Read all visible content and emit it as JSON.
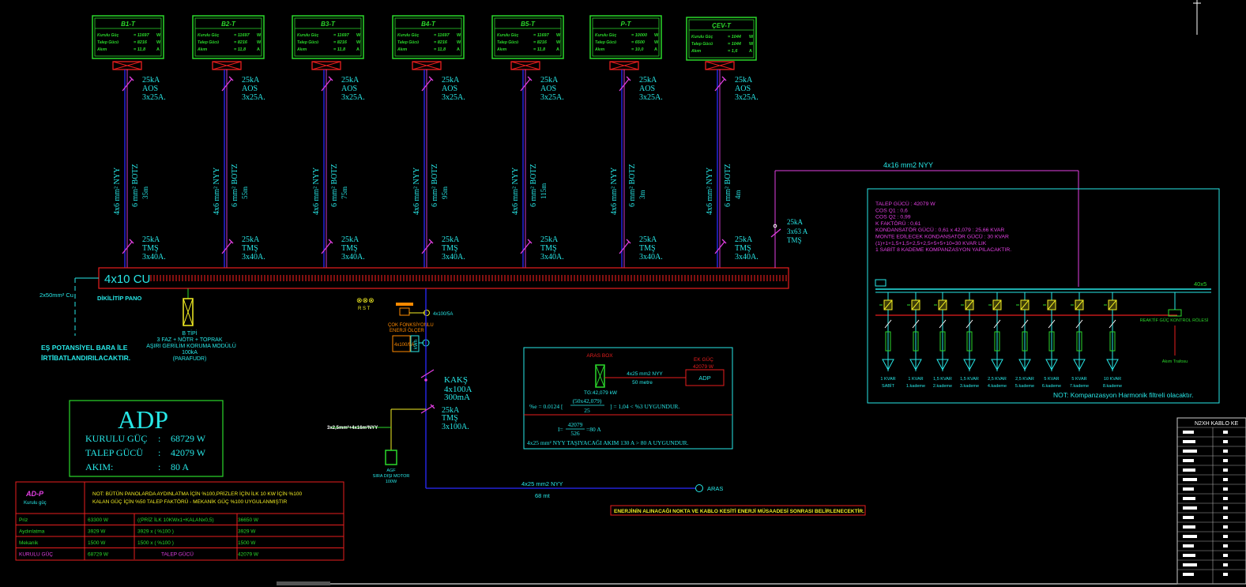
{
  "feeders": [
    {
      "name": "B1-T",
      "rows": [
        [
          "Kurulu Güç",
          "= 11697",
          "W"
        ],
        [
          "Talep Gücü",
          "= 8216",
          "W"
        ],
        [
          "Akım",
          "= 11,8",
          "A"
        ]
      ],
      "aos": [
        "25kA",
        "AOS",
        "3x25A."
      ],
      "cable": "4x6 mm² NYY",
      "cable2": "6 mm² BOTZ",
      "length": "35m",
      "tms": [
        "25kA",
        "TMŞ",
        "3x40A."
      ]
    },
    {
      "name": "B2-T",
      "rows": [
        [
          "Kurulu Güç",
          "= 11697",
          "W"
        ],
        [
          "Talep Gücü",
          "= 8216",
          "W"
        ],
        [
          "Akım",
          "= 11,8",
          "A"
        ]
      ],
      "aos": [
        "25kA",
        "AOS",
        "3x25A."
      ],
      "cable": "4x6 mm² NYY",
      "cable2": "6 mm² BOTZ",
      "length": "55m",
      "tms": [
        "25kA",
        "TMŞ",
        "3x40A."
      ]
    },
    {
      "name": "B3-T",
      "rows": [
        [
          "Kurulu Güç",
          "= 11697",
          "W"
        ],
        [
          "Talep Gücü",
          "= 8216",
          "W"
        ],
        [
          "Akım",
          "= 11,8",
          "A"
        ]
      ],
      "aos": [
        "25kA",
        "AOS",
        "3x25A."
      ],
      "cable": "4x6 mm² NYY",
      "cable2": "6 mm² BOTZ",
      "length": "75m",
      "tms": [
        "25kA",
        "TMŞ",
        "3x40A."
      ]
    },
    {
      "name": "B4-T",
      "rows": [
        [
          "Kurulu Güç",
          "= 11697",
          "W"
        ],
        [
          "Talep Gücü",
          "= 8216",
          "W"
        ],
        [
          "Akım",
          "= 11,8",
          "A"
        ]
      ],
      "aos": [
        "25kA",
        "AOS",
        "3x25A."
      ],
      "cable": "4x6 mm² NYY",
      "cable2": "6 mm² BOTZ",
      "length": "95m",
      "tms": [
        "25kA",
        "TMŞ",
        "3x40A."
      ]
    },
    {
      "name": "B5-T",
      "rows": [
        [
          "Kurulu Güç",
          "= 11697",
          "W"
        ],
        [
          "Talep Gücü",
          "= 8216",
          "W"
        ],
        [
          "Akım",
          "= 11,8",
          "A"
        ]
      ],
      "aos": [
        "25kA",
        "AOS",
        "3x25A."
      ],
      "cable": "4x6 mm² NYY",
      "cable2": "6 mm² BOTZ",
      "length": "115m",
      "tms": [
        "25kA",
        "TMŞ",
        "3x40A."
      ]
    },
    {
      "name": "P-T",
      "rows": [
        [
          "Kurulu Güç",
          "= 10000",
          "W"
        ],
        [
          "Talep Gücü",
          "= 6500",
          "W"
        ],
        [
          "Akım",
          "= 10,0",
          "A"
        ]
      ],
      "aos": [
        "25kA",
        "AOS",
        "3x25A."
      ],
      "cable": "4x6 mm² NYY",
      "cable2": "6 mm² BOTZ",
      "length": "3m",
      "tms": [
        "25kA",
        "TMŞ",
        "3x40A."
      ]
    },
    {
      "name": "ÇEV-T",
      "rows": [
        [
          "Kurulu Güç",
          "= 1044",
          "W"
        ],
        [
          "Talep Gücü",
          "= 1044",
          "W"
        ],
        [
          "Akım",
          "= 1,6",
          "A"
        ]
      ],
      "aos": [
        "25kA",
        "AOS",
        "3x25A."
      ],
      "cable": "4x6 mm² NYY",
      "cable2": "6 mm² BOTZ",
      "length": "4m",
      "tms": [
        "25kA",
        "TMŞ",
        "3x40A."
      ]
    }
  ],
  "busbar": {
    "label": "4x10 CU",
    "panel_type": "DİKİLİTİP PANO"
  },
  "ground": {
    "cable": "2x50mm² Cu",
    "note1": "EŞ POTANSİYEL BARA İLE",
    "note2": "İRTİBATLANDIRILACAKTIR."
  },
  "surge": {
    "l1": "B TİPİ",
    "l2": "3 FAZ + NÖTR + TOPRAK",
    "l3": "AŞIRI GERİLİM KORUMA MODÜLÜ",
    "l4": "100kA",
    "l5": "(PARAFUDR)"
  },
  "rst": {
    "symbols": "⊗⊗⊗",
    "letters": "R  S  T"
  },
  "meter": {
    "label1": "ÇOK FONKSİYONLU",
    "label2": "ENERJİ ÖLÇER",
    "label3": "4x100/5A",
    "ct": "4x100/5A",
    "kwh": "kWh"
  },
  "main_breakers": {
    "kaks": [
      "KAKŞ",
      "4x100A",
      "300mA"
    ],
    "tms": [
      "25kA",
      "TMŞ",
      "3x100A."
    ],
    "lightning_cable": "3x2,5mm²+4x16m²NYY",
    "ups": [
      "AGF",
      "SIRA DIŞI MOTOR",
      "100W"
    ],
    "supply_cable": "4x25 mm2 NYY",
    "supply_length": "68 mt",
    "supply_end": "ARAS"
  },
  "compensation_feed": {
    "cable": "4x16 mm2 NYY",
    "breaker": [
      "25kA",
      "3x63 A",
      "TMŞ"
    ]
  },
  "compensation": {
    "lines": [
      "TALEP GÜCÜ : 42079 W",
      "COS Q1 : 0,6",
      "COS Q2 : 0,99",
      "K FAKTÖRÜ : 0,61",
      "KONDANSATÖR GÜCÜ : 0,61 x 42,079 : 25,66 KVAR",
      "MONTE EDİLECEK KONDANSATÖR GÜCÜ : 30 KVAR",
      "(1)+1+1,5+1,5+2,5+2,5+5+5+10=30 KVAR LIK",
      "1 SABİT 8 KADEME KOMPANZASYON YAPILACAKTIR."
    ],
    "rating": "40x5",
    "reactive_label": "REAKTİF GÜÇ KONTROL RÖLESİ",
    "ct_label": "Akım Trafosu",
    "steps": [
      [
        "1 KVAR",
        "SABİT"
      ],
      [
        "1 KVAR",
        "1.kademe"
      ],
      [
        "1,5 KVAR",
        "2.kademe"
      ],
      [
        "1,5 KVAR",
        "3.kademe"
      ],
      [
        "2,5 KVAR",
        "4.kademe"
      ],
      [
        "2,5 KVAR",
        "5.kademe"
      ],
      [
        "5 KVAR",
        "6.kademe"
      ],
      [
        "5 KVAR",
        "7.kademe"
      ],
      [
        "10 KVAR",
        "8.kademe"
      ]
    ],
    "note": "NOT: Kompanzasyon Harmonik filtreli olacaktır."
  },
  "voltage_drop": {
    "box_label": "ARAS BOX",
    "cable": "4x25 mm2 NYY",
    "length": "50 metre",
    "tg": "TG:42,079 kW",
    "ek_guc_label": "EK GÜÇ",
    "ek_guc_value": "42079 W",
    "adp": "ADP",
    "formula1": "%e = 0.0124 [ (50x42,079) / 25 ] = 1,04  < %3 UYGUNDUR.",
    "formula1_num": "(50x42,079)",
    "formula1_den": "25",
    "formula1_lhs": "%e = 0.0124 [",
    "formula1_rhs": "] = 1,04  < %3 UYGUNDUR.",
    "formula2_lhs": "I=",
    "formula2_num": "42079",
    "formula2_den": "526",
    "formula2_rhs": "=80 A",
    "conclusion": "4x25 mm² NYY TAŞIYACAĞI AKIM 130 A > 80 A UYGUNDUR."
  },
  "adp": {
    "title": "ADP",
    "rows": [
      [
        "KURULU GÜÇ",
        ":",
        "68729 W"
      ],
      [
        "TALEP GÜCÜ",
        ":",
        "42079 W"
      ],
      [
        "AKIM:",
        ":",
        "80 A"
      ]
    ]
  },
  "load_table": {
    "header_code": "AD-P",
    "header_sub": "Kurulu güç",
    "note1": "NOT: BÜTÜN PANOLARDA AYDINLATMA İÇİN %100,PRİZLER İÇİN İLK 10 KW İÇİN %100",
    "note2": "KALAN GÜÇ İÇİN %50 TALEP FAKTÖRÜ - MEKANİK GÜÇ %100 UYGULANMIŞTIR",
    "rows": [
      [
        "Priz",
        "63300 W",
        "((PRİZ İLK 10KWx1+KALANx0,5)",
        "36650 W"
      ],
      [
        "Aydınlatma",
        "3929 W",
        "3929 x ( %100 )",
        "3929 W"
      ],
      [
        "Mekanik",
        "1500 W",
        "1500 x ( %100 )",
        "1500 W"
      ],
      [
        "KURULU GÜÇ",
        "68729 W",
        "TALEP GÜCÜ",
        "42079 W"
      ]
    ]
  },
  "warning": "ENERJİNİN ALINACAĞI NOKTA VE KABLO KESİTİ ENERJİ MÜSAADESİ SONRASI BELİRLENECEKTİR.",
  "cable_table": {
    "title": "N2XH KABLO KE"
  },
  "colors": {
    "green": "#2bd82b",
    "cyan": "#27e7e7",
    "magenta": "#e23fe2",
    "red": "#e81e1e",
    "yellow": "#f3ee23",
    "blue": "#2a2aff",
    "orange": "#ff8a00"
  }
}
